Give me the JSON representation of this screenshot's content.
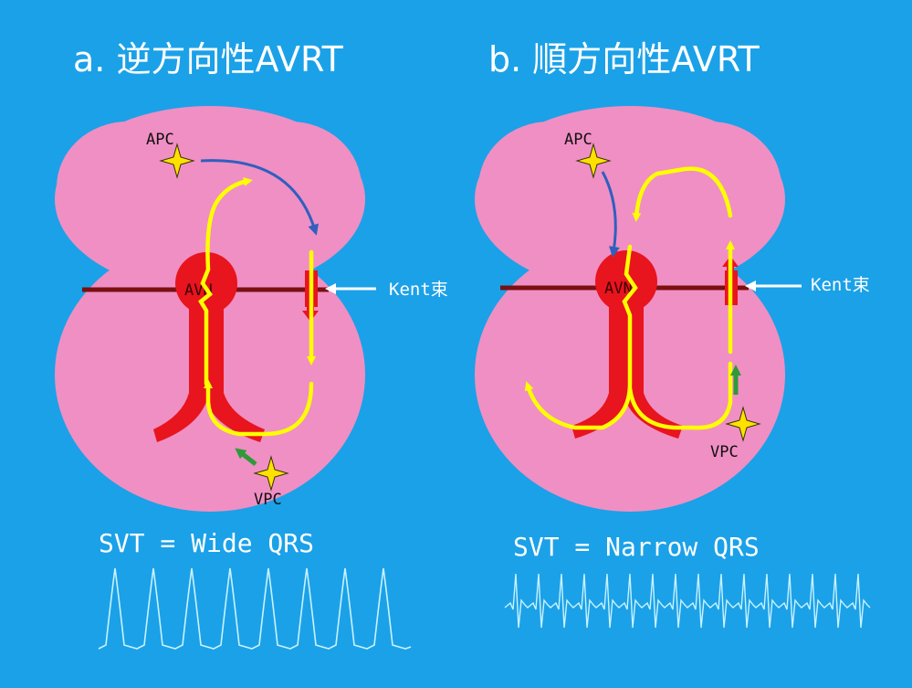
{
  "colors": {
    "background": "#1ba1e8",
    "heart": "#f08fc3",
    "septum_line": "#7a1010",
    "conduction": "#e8141e",
    "impulse_path": "#ffff00",
    "atrial_stimulus": "#2f5fc0",
    "ventricular_stimulus": "#2e9a3a",
    "ecg_trace": "#c8f2ff"
  },
  "panel_a": {
    "title": "a. 逆方向性AVRT",
    "apc_label": "APC",
    "avn_label": "AVN",
    "kent_label": "Kent束",
    "vpc_label": "VPC",
    "caption": "SVT = Wide QRS",
    "ecg_type": "wide-complex-tachycardia"
  },
  "panel_b": {
    "title": "b. 順方向性AVRT",
    "apc_label": "APC",
    "avn_label": "AVN",
    "kent_label": "Kent束",
    "vpc_label": "VPC",
    "caption": "SVT = Narrow QRS",
    "ecg_type": "narrow-complex-tachycardia"
  }
}
